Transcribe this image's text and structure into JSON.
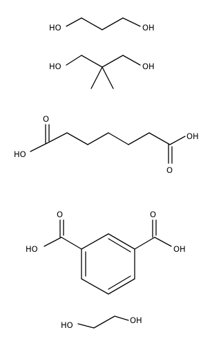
{
  "molecules": [
    {
      "id": "propanediol",
      "labels": [
        "HO",
        "OH"
      ]
    },
    {
      "id": "neopentyl-glycol",
      "labels": [
        "HO",
        "OH"
      ]
    },
    {
      "id": "adipic-acid",
      "labels": [
        "O",
        "HO",
        "OH",
        "O"
      ]
    },
    {
      "id": "isophthalic-acid",
      "labels": [
        "O",
        "O",
        "HO",
        "OH"
      ]
    },
    {
      "id": "ethylene-glycol",
      "labels": [
        "HO",
        "OH"
      ]
    }
  ]
}
